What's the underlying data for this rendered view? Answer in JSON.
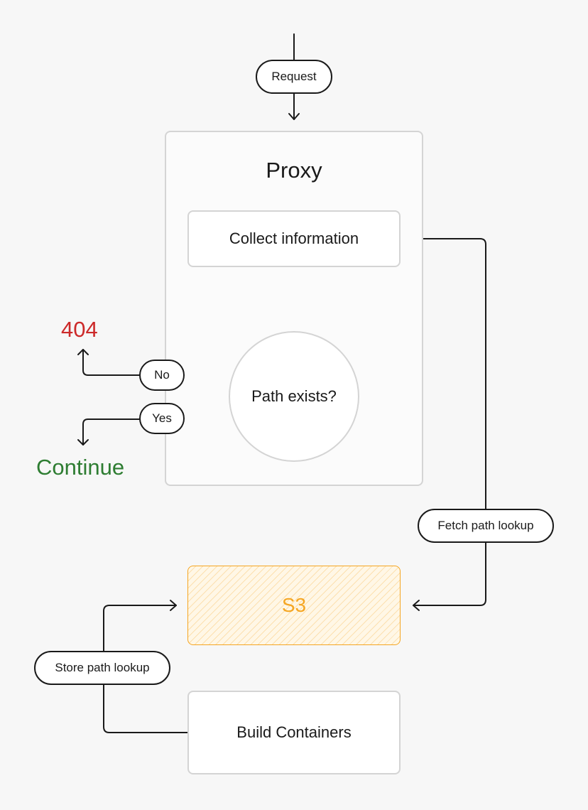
{
  "diagram": {
    "proxy": {
      "title": "Proxy",
      "collect_label": "Collect information",
      "decision_label": "Path exists?"
    },
    "labels": {
      "request": "Request",
      "no": "No",
      "yes": "Yes",
      "fetch": "Fetch path lookup",
      "store": "Store path lookup"
    },
    "outcomes": {
      "not_found": "404",
      "continue": "Continue"
    },
    "storage": {
      "s3": "S3"
    },
    "build": {
      "label": "Build Containers"
    },
    "colors": {
      "not_found": "#cc2a2a",
      "continue": "#2e7d32",
      "s3_accent": "#f5a623",
      "line": "#1a1a1a",
      "box_border": "#d4d4d4",
      "background": "#f7f7f7"
    }
  }
}
